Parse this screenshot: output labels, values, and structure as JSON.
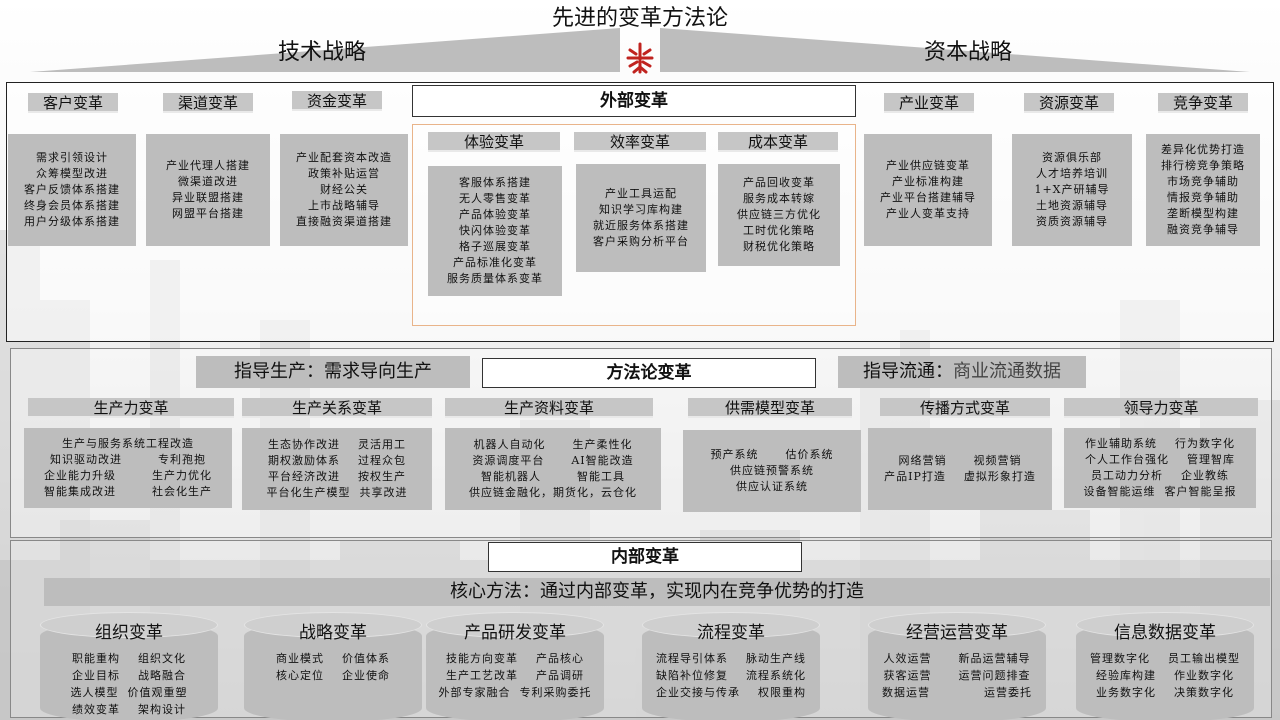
{
  "title": "先进的变革方法论",
  "roof": {
    "left": "技术战略",
    "right": "资本战略"
  },
  "external": {
    "heading": "外部变革",
    "left_groups": [
      {
        "tab": "客户变革",
        "items": [
          "需求引领设计",
          "众筹模型改进",
          "客户反馈体系搭建",
          "终身会员体系搭建",
          "用户分级体系搭建"
        ]
      },
      {
        "tab": "渠道变革",
        "items": [
          "产业代理人搭建",
          "微渠道改进",
          "异业联盟搭建",
          "网盟平台搭建"
        ]
      },
      {
        "tab": "资金变革",
        "items": [
          "产业配套资本改造",
          "政策补贴运営",
          "财经公关",
          "上市战略辅导",
          "直接融资渠道搭建"
        ]
      }
    ],
    "center_groups": [
      {
        "tab": "体验变革",
        "items": [
          "客服体系搭建",
          "无人零售变革",
          "产品体验变革",
          "快闪体验变革",
          "格子巡展变革",
          "产品标准化变革",
          "服务质量体系变革"
        ]
      },
      {
        "tab": "效率变革",
        "items": [
          "产业工具运配",
          "知识学习库构建",
          "就近服务体系搭建",
          "客户采购分析平台"
        ]
      },
      {
        "tab": "成本变革",
        "items": [
          "产品回收变革",
          "服务成本转嫁",
          "供应链三方优化",
          "工时优化策略",
          "财税优化策略"
        ]
      }
    ],
    "right_groups": [
      {
        "tab": "产业变革",
        "items": [
          "产业供应链变革",
          "产业标准构建",
          "产业平台搭建辅导",
          "产业人变革支持"
        ]
      },
      {
        "tab": "资源变革",
        "items": [
          "资源俱乐部",
          "人才培养培训",
          "1+X产研辅导",
          "土地资源辅导",
          "资质资源辅导"
        ]
      },
      {
        "tab": "竞争变革",
        "items": [
          "差异化优势打造",
          "排行榜竞争策略",
          "市场竞争辅助",
          "情报竞争辅助",
          "垄断模型构建",
          "融资竞争辅导"
        ]
      }
    ]
  },
  "method": {
    "heading": "方法论变革",
    "guide_left": "指导生产：需求导向生产",
    "guide_right_strong": "指导流通：",
    "guide_right_rest": "商业流通数据",
    "groups": [
      {
        "tab": "生产力变革",
        "items": [
          "生产与服务系统工程改造",
          "知识驱动改进        专利孢抱",
          "企业能力升级        生产力优化",
          "智能集成改进        社会化生产"
        ]
      },
      {
        "tab": "生产关系变革",
        "items": [
          "生态协作改进    灵活用工",
          "期权激励体系    过程众包",
          "平台经济改进    按权生产",
          "平台化生产模型  共享改进"
        ]
      },
      {
        "tab": "生产资料变革",
        "items": [
          "机器人自动化      生产柔性化",
          "资源调度平台      AI智能改造",
          "智能机器人        智能工具",
          "供应链金融化，期货化，云仓化"
        ]
      },
      {
        "tab": "供需模型变革",
        "items": [
          "预产系统      估价系统",
          "供应链预警系统",
          "供应认证系统"
        ]
      },
      {
        "tab": "传播方式变革",
        "items": [
          "网络营销      视频营销",
          "产品IP打造    虚拟形象打造"
        ]
      },
      {
        "tab": "领导力变革",
        "items": [
          "作业辅助系统    行为数字化",
          "个人工作台强化    管理智库",
          "员工动力分析    企业教练",
          "设备智能运维  客户智能呈报"
        ]
      }
    ]
  },
  "internal": {
    "heading": "内部变革",
    "core": "核心方法：通过内部变革，实现内在竞争优势的打造",
    "groups": [
      {
        "title": "组织变革",
        "items": [
          "职能重构    组织文化",
          "企业目标    战略融合",
          "选人模型  价值观重塑",
          "绩效变革    架构设计"
        ]
      },
      {
        "title": "战略变革",
        "items": [
          "商业模式    价值体系",
          "核心定位    企业使命"
        ]
      },
      {
        "title": "产品研发变革",
        "items": [
          "技能方向变革    产品核心",
          "生产工艺改革    产品调研",
          "外部专家融合  专利采购委托"
        ]
      },
      {
        "title": "流程变革",
        "items": [
          "流程导引体系    脉动生产线",
          "缺陷补位修复    流程系统化",
          "企业交接与传承    权限重构"
        ]
      },
      {
        "title": "经营运营变革",
        "items": [
          "人效运营      新品运营辅导",
          "获客运营      运营问题排查",
          "数据运营            运营委托"
        ]
      },
      {
        "title": "信息数据变革",
        "items": [
          "管理数字化    员工输出模型",
          "经验库构建    作业数字化",
          "业务数字化    决策数字化"
        ]
      }
    ]
  },
  "colors": {
    "accent": "#c0231f",
    "card": "#bdbdbd",
    "tab": "#c6c6c6"
  },
  "icons": {
    "logo": "seal-logo-icon"
  }
}
